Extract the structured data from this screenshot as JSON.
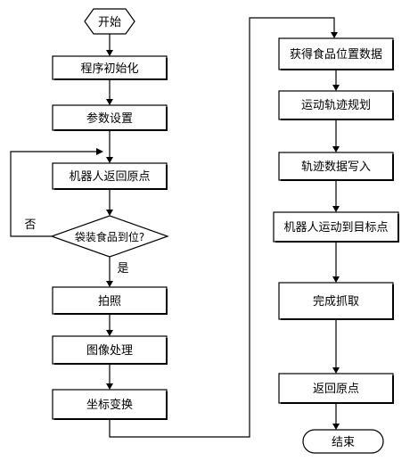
{
  "flowchart": {
    "nodes": {
      "start": "开始",
      "init": "程序初始化",
      "params": "参数设置",
      "home1": "机器人返回原点",
      "decision": "袋装食品到位?",
      "photo": "拍照",
      "imgproc": "图像处理",
      "transform": "坐标变换",
      "getpos": "获得食品位置数据",
      "trajplan": "运动轨迹规划",
      "trajwrite": "轨迹数据写入",
      "movetarget": "机器人运动到目标点",
      "grasp": "完成抓取",
      "home2": "返回原点",
      "end": "结束"
    },
    "branch_labels": {
      "no": "否",
      "yes": "是"
    }
  }
}
